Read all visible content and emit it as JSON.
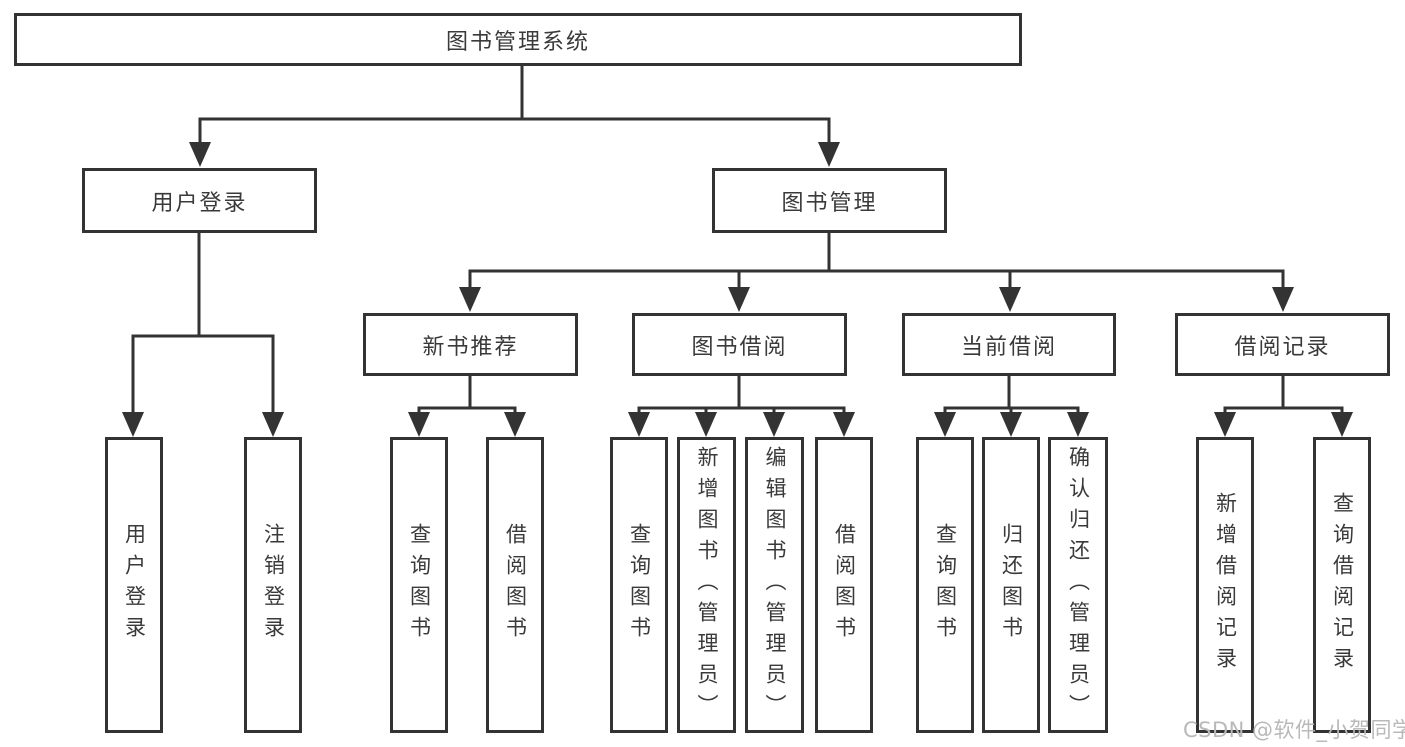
{
  "tree": {
    "label": "图书管理系统",
    "children": [
      {
        "label": "用户登录",
        "children": [
          {
            "label": "用户登录"
          },
          {
            "label": "注销登录"
          }
        ]
      },
      {
        "label": "图书管理",
        "children": [
          {
            "label": "新书推荐",
            "children": [
              {
                "label": "查询图书"
              },
              {
                "label": "借阅图书"
              }
            ]
          },
          {
            "label": "图书借阅",
            "children": [
              {
                "label": "查询图书"
              },
              {
                "label": "新增图书（管理员）"
              },
              {
                "label": "编辑图书（管理员）"
              },
              {
                "label": "借阅图书"
              }
            ]
          },
          {
            "label": "当前借阅",
            "children": [
              {
                "label": "查询图书"
              },
              {
                "label": "归还图书"
              },
              {
                "label": "确认归还（管理员）"
              }
            ]
          },
          {
            "label": "借阅记录",
            "children": [
              {
                "label": "新增借阅记录"
              },
              {
                "label": "查询借阅记录"
              }
            ]
          }
        ]
      }
    ]
  },
  "watermark": {
    "text": "CSDN @软件_小贺同学"
  },
  "colors": {
    "line": "#333333",
    "text": "#3a3a3a",
    "watermark": "#b9b9b9",
    "background": "#ffffff"
  }
}
